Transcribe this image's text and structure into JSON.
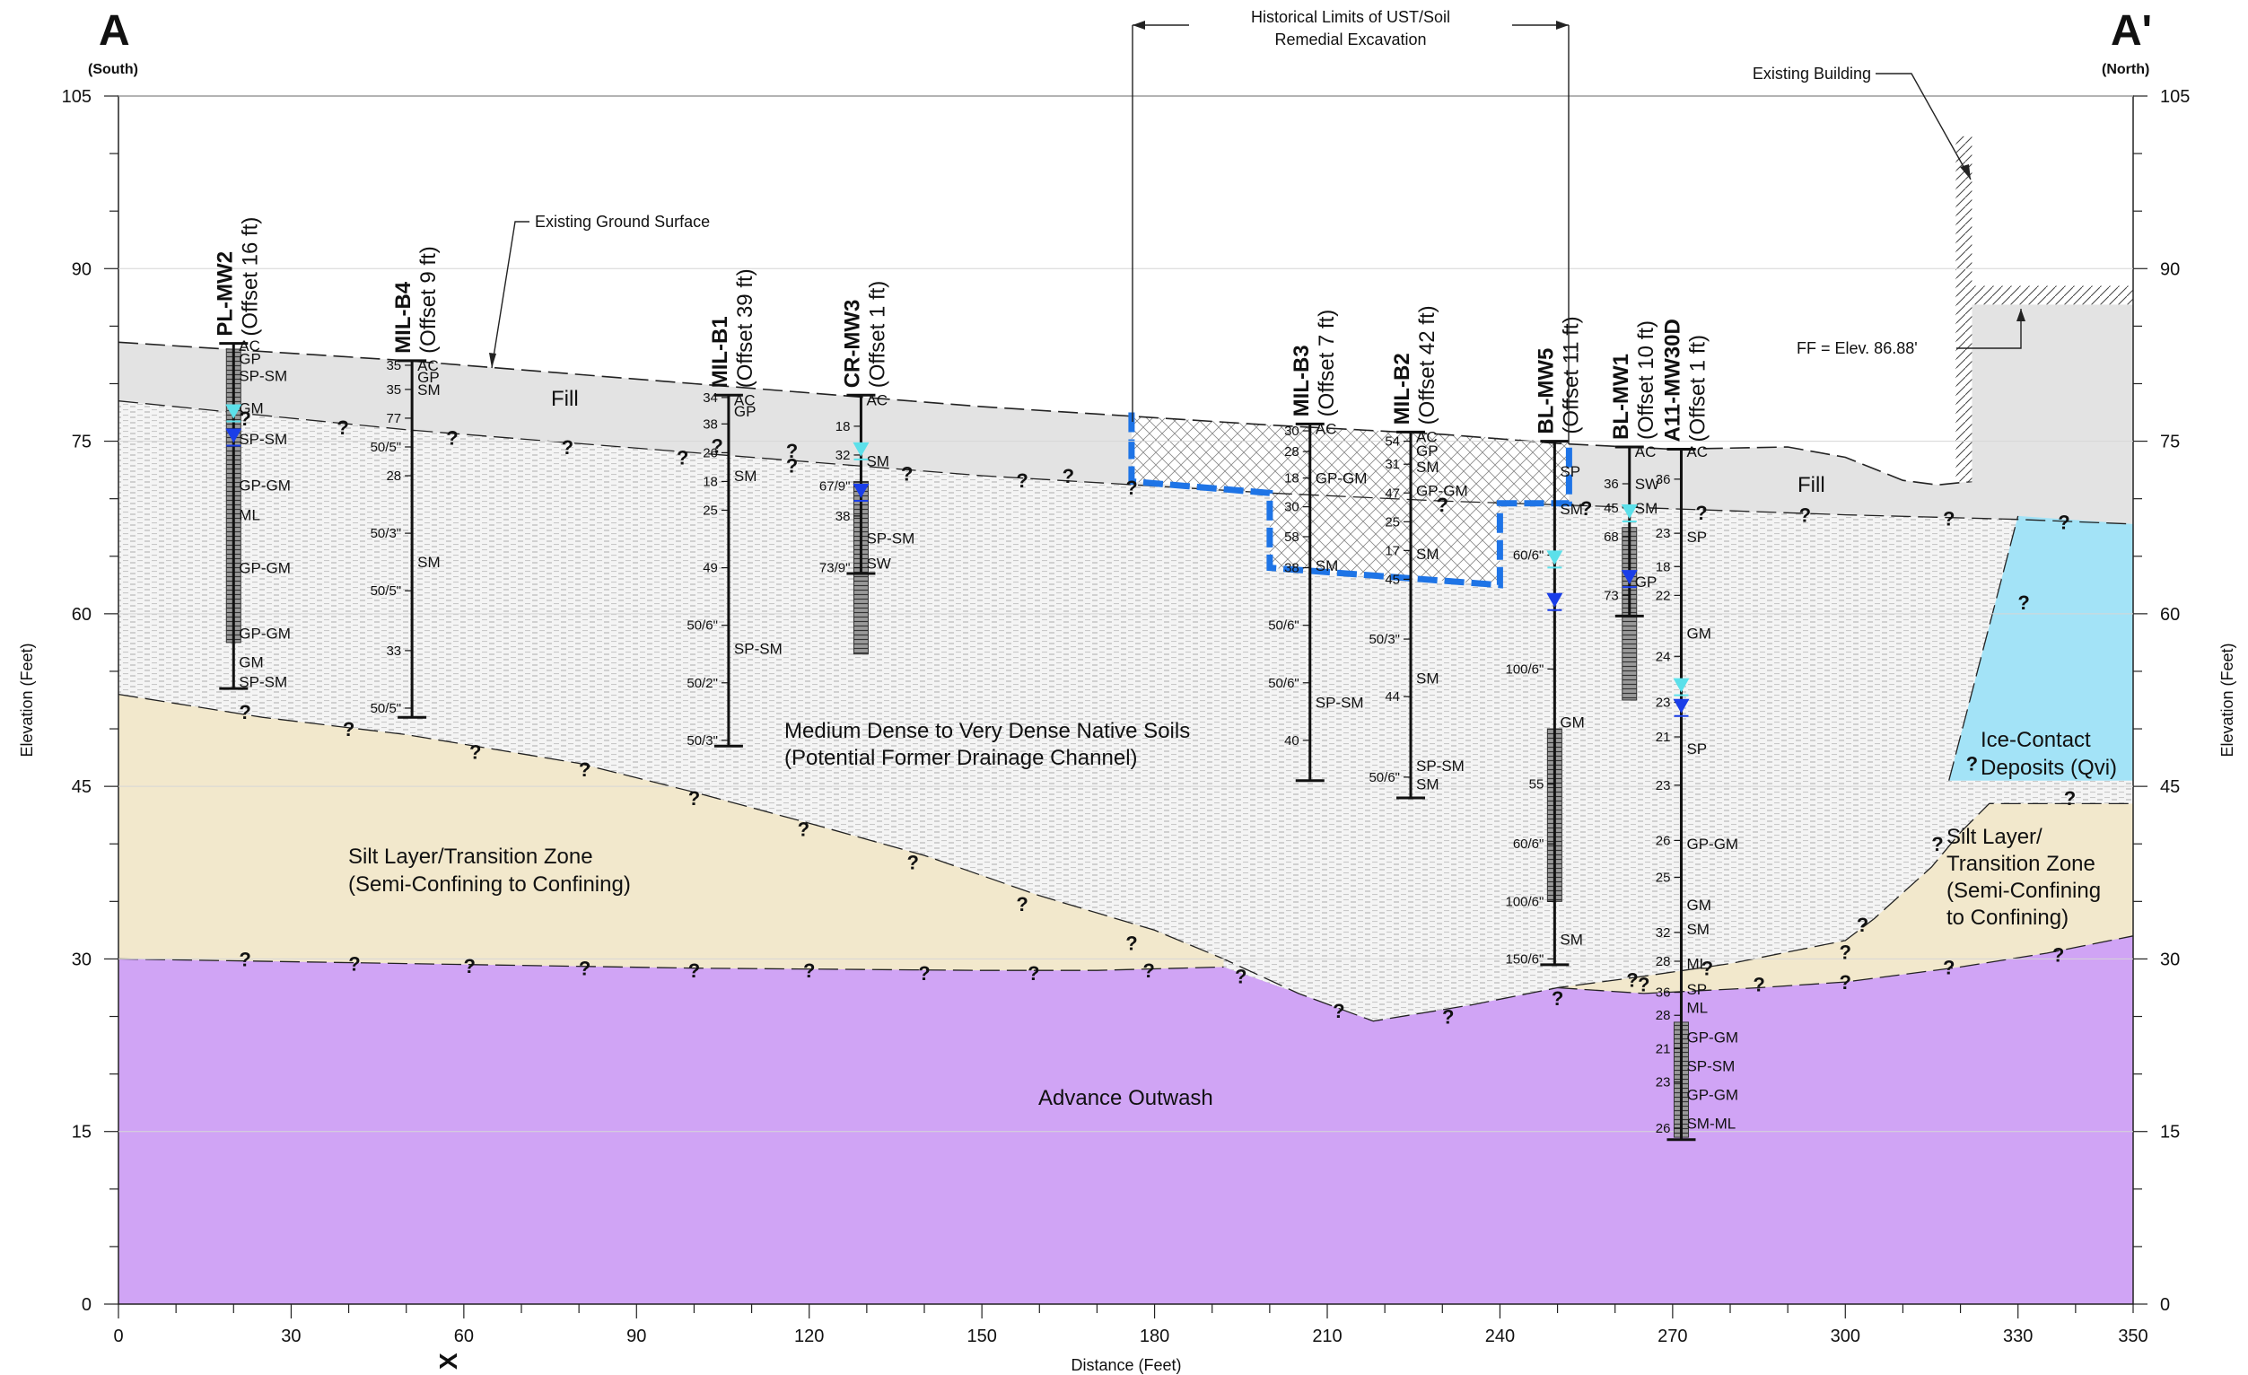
{
  "corners": {
    "left_label": "A",
    "left_sub": "(South)",
    "right_label": "A'",
    "right_sub": "(North)"
  },
  "axes": {
    "x_title": "Distance (Feet)",
    "y_title": "Elevation (Feet)",
    "x_ticks": [
      "0",
      "30",
      "60",
      "90",
      "120",
      "150",
      "180",
      "210",
      "240",
      "270",
      "300",
      "330",
      "350"
    ],
    "y_ticks": [
      "0",
      "15",
      "30",
      "45",
      "60",
      "75",
      "90",
      "105"
    ],
    "stray_mark": "X"
  },
  "annotations": {
    "excavation_line1": "Historical Limits of UST/Soil",
    "excavation_line2": "Remedial Excavation",
    "existing_building": "Existing Building",
    "existing_ground": "Existing Ground Surface",
    "ff_elev": "FF = Elev. 86.88'",
    "question": "?"
  },
  "units": {
    "fill": "Fill",
    "fill_right": "Fill",
    "native_1": "Medium Dense to Very Dense Native Soils",
    "native_2": "(Potential Former Drainage Channel)",
    "silt_left_1": "Silt Layer/Transition Zone",
    "silt_left_2": "(Semi-Confining to Confining)",
    "silt_right_1": "Silt Layer/",
    "silt_right_2": "Transition Zone",
    "silt_right_3": "(Semi-Confining",
    "silt_right_4": "to Confining)",
    "ice_1": "Ice-Contact",
    "ice_2": "Deposits (Qvi)",
    "outwash": "Advance Outwash"
  },
  "colors": {
    "fill": "#e3e3e3",
    "native": "#f2f2f2",
    "silt": "#f2e8cc",
    "outwash": "#d0a4f5",
    "ice": "#a3e3f7",
    "excavation_outline": "#1e74e6",
    "water_level_a": "#5ce0ea",
    "water_level_b": "#1a3ee8"
  },
  "borings": [
    {
      "name": "PL-MW2",
      "offset": "(Offset 16 ft)",
      "x": 20,
      "top": 83.5,
      "bottom": 53.5,
      "screen": [
        83,
        57.5
      ],
      "soils": [
        [
          "AC",
          83.3
        ],
        [
          "GP",
          82.2
        ],
        [
          "SP-SM",
          80.7
        ],
        [
          "GM",
          77.9
        ],
        [
          "SP-SM",
          75.2
        ],
        [
          "GP-GM",
          71.2
        ],
        [
          "ML",
          68.6
        ],
        [
          "GP-GM",
          64.0
        ],
        [
          "GP-GM",
          58.3
        ],
        [
          "GM",
          55.8
        ],
        [
          "SP-SM",
          54.1
        ]
      ],
      "blows": [],
      "wl": [
        77.5,
        75.4
      ]
    },
    {
      "name": "MIL-B4",
      "offset": "(Offset 9 ft)",
      "x": 51,
      "top": 82,
      "bottom": 51,
      "screen": null,
      "soils": [
        [
          "AC",
          81.6
        ],
        [
          "GP",
          80.6
        ],
        [
          "SM",
          79.5
        ],
        [
          "SM",
          64.5
        ]
      ],
      "blows": [
        [
          "35",
          81.6
        ],
        [
          "35",
          79.5
        ],
        [
          "77",
          77.0
        ],
        [
          "50/5\"",
          74.5
        ],
        [
          "28",
          72.0
        ],
        [
          "50/3\"",
          67.0
        ],
        [
          "50/5\"",
          62.0
        ],
        [
          "33",
          56.8
        ],
        [
          "50/5\"",
          51.8
        ]
      ],
      "wl": null
    },
    {
      "name": "MIL-B1",
      "offset": "(Offset 39 ft)",
      "x": 106,
      "top": 79,
      "bottom": 48.5,
      "screen": null,
      "soils": [
        [
          "AC",
          78.6
        ],
        [
          "GP",
          77.6
        ],
        [
          "SM",
          72.0
        ],
        [
          "SP-SM",
          57.0
        ]
      ],
      "blows": [
        [
          "34",
          78.8
        ],
        [
          "38",
          76.5
        ],
        [
          "26",
          74.0
        ],
        [
          "18",
          71.5
        ],
        [
          "25",
          69.0
        ],
        [
          "49",
          64.0
        ],
        [
          "50/6\"",
          59.0
        ],
        [
          "50/2\"",
          54.0
        ],
        [
          "50/3\"",
          49.0
        ]
      ],
      "wl": null
    },
    {
      "name": "CR-MW3",
      "offset": "(Offset 1 ft)",
      "x": 129,
      "top": 79,
      "bottom": 63.5,
      "screen": [
        71.5,
        56.5
      ],
      "soils": [
        [
          "AC",
          78.6
        ],
        [
          "SM",
          73.3
        ],
        [
          "SP-SM",
          66.6
        ],
        [
          "SW",
          64.4
        ]
      ],
      "blows": [
        [
          "18",
          76.3
        ],
        [
          "32",
          73.8
        ],
        [
          "67/9\"",
          71.1
        ],
        [
          "38",
          68.5
        ],
        [
          "73/9\"",
          64.0
        ]
      ],
      "wl": [
        74.2,
        70.6
      ]
    },
    {
      "name": "MIL-B3",
      "offset": "(Offset 7 ft)",
      "x": 207,
      "top": 76.5,
      "bottom": 45.5,
      "screen": null,
      "soils": [
        [
          "AC",
          76.1
        ],
        [
          "GP-GM",
          71.8
        ],
        [
          "SM",
          64.2
        ],
        [
          "SP-SM",
          52.3
        ]
      ],
      "blows": [
        [
          "30",
          75.9
        ],
        [
          "28",
          74.1
        ],
        [
          "18",
          71.8
        ],
        [
          "30",
          69.3
        ],
        [
          "58",
          66.7
        ],
        [
          "38",
          64.0
        ],
        [
          "50/6\"",
          59.0
        ],
        [
          "50/6\"",
          54.0
        ],
        [
          "40",
          49.0
        ]
      ],
      "wl": null
    },
    {
      "name": "MIL-B2",
      "offset": "(Offset 42 ft)",
      "x": 224.5,
      "top": 75.8,
      "bottom": 44,
      "screen": null,
      "soils": [
        [
          "AC",
          75.4
        ],
        [
          "GP",
          74.2
        ],
        [
          "SM",
          72.8
        ],
        [
          "GP-GM",
          70.7
        ],
        [
          "SM",
          65.2
        ],
        [
          "SM",
          54.4
        ],
        [
          "SP-SM",
          46.8
        ],
        [
          "SM",
          45.2
        ]
      ],
      "blows": [
        [
          "54",
          75.0
        ],
        [
          "31",
          73.0
        ],
        [
          "47",
          70.5
        ],
        [
          "25",
          68.0
        ],
        [
          "17",
          65.5
        ],
        [
          "45",
          63.0
        ],
        [
          "50/3\"",
          57.8
        ],
        [
          "44",
          52.8
        ],
        [
          "50/6\"",
          45.8
        ]
      ],
      "wl": null
    },
    {
      "name": "BL-MW5",
      "offset": "(Offset 11 ft)",
      "x": 249.5,
      "top": 75,
      "bottom": 29.5,
      "screen": [
        50,
        35
      ],
      "soils": [
        [
          "SP",
          72.4
        ],
        [
          "SM",
          69.1
        ],
        [
          "GM",
          50.6
        ],
        [
          "SM",
          31.7
        ]
      ],
      "blows": [
        [
          "60/6\"",
          65.1
        ],
        [
          "100/6\"",
          55.2
        ],
        [
          "55",
          45.2
        ],
        [
          "60/6\"",
          40.0
        ],
        [
          "100/6\"",
          35.0
        ],
        [
          "150/6\"",
          30.0
        ]
      ],
      "wl": [
        64.8,
        61.1
      ]
    },
    {
      "name": "BL-MW1",
      "offset": "(Offset 10 ft)",
      "x": 262.5,
      "top": 74.5,
      "bottom": 59.8,
      "screen": [
        67.5,
        52.5
      ],
      "soils": [
        [
          "AC",
          74.1
        ],
        [
          "SW",
          71.3
        ],
        [
          "SM",
          69.2
        ],
        [
          "GP",
          62.8
        ]
      ],
      "blows": [
        [
          "36",
          71.3
        ],
        [
          "45",
          69.2
        ],
        [
          "68",
          66.7
        ],
        [
          "73",
          61.6
        ]
      ],
      "wl": [
        68.8,
        63.1
      ]
    },
    {
      "name": "A11-MW30D",
      "offset": "(Offset 1 ft)",
      "x": 271.5,
      "top": 74.3,
      "bottom": 14.3,
      "screen": [
        24.5,
        14.5
      ],
      "soils": [
        [
          "AC",
          74.1
        ],
        [
          "SP",
          66.7
        ],
        [
          "GM",
          58.3
        ],
        [
          "SP",
          48.3
        ],
        [
          "GP-GM",
          40.0
        ],
        [
          "GM",
          34.7
        ],
        [
          "SM",
          32.6
        ],
        [
          "ML",
          29.6
        ],
        [
          "SP",
          27.4
        ],
        [
          "ML",
          25.8
        ],
        [
          "GP-GM",
          23.2
        ],
        [
          "SP-SM",
          20.7
        ],
        [
          "GP-GM",
          18.2
        ],
        [
          "SM-ML",
          15.7
        ]
      ],
      "blows": [
        [
          "36",
          71.7
        ],
        [
          "23",
          67.0
        ],
        [
          "18",
          64.1
        ],
        [
          "22",
          61.6
        ],
        [
          "24",
          56.3
        ],
        [
          "23",
          52.3
        ],
        [
          "21",
          49.3
        ],
        [
          "23",
          45.1
        ],
        [
          "26",
          40.3
        ],
        [
          "25",
          37.1
        ],
        [
          "32",
          32.3
        ],
        [
          "28",
          29.8
        ],
        [
          "36",
          27.1
        ],
        [
          "28",
          25.1
        ],
        [
          "21",
          22.2
        ],
        [
          "23",
          19.3
        ],
        [
          "26",
          15.3
        ]
      ],
      "wl": [
        53.7,
        51.9
      ]
    }
  ]
}
